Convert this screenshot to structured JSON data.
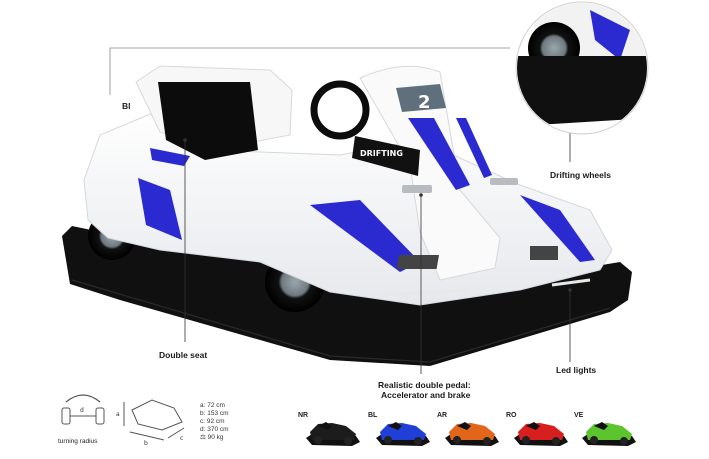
{
  "labels": {
    "bl_main": "Bl",
    "drifting_wheels": "Drifting wheels",
    "double_seat": "Double seat",
    "pedal_line1": "Realistic double pedal:",
    "pedal_line2": "Accelerator and brake",
    "led_lights": "Led lights",
    "turning_radius": "turning radius",
    "drifting_decal": "DRIFTING"
  },
  "dimensions": {
    "letters": {
      "a": "a",
      "b": "b",
      "c": "c",
      "d": "d"
    },
    "specs": [
      "a: 72 cm",
      "b: 153 cm",
      "c: 92 cm",
      "d: 370 cm",
      "90 kg"
    ]
  },
  "variants": [
    {
      "code": "NR",
      "color": "#1c1c1c"
    },
    {
      "code": "BL",
      "color": "#1f3fd6"
    },
    {
      "code": "AR",
      "color": "#e2661a"
    },
    {
      "code": "RO",
      "color": "#d81f1f"
    },
    {
      "code": "VE",
      "color": "#5cc52d"
    }
  ],
  "colors": {
    "accent": "#2a2ad0",
    "bumper": "#111111",
    "body": "#ffffff"
  }
}
